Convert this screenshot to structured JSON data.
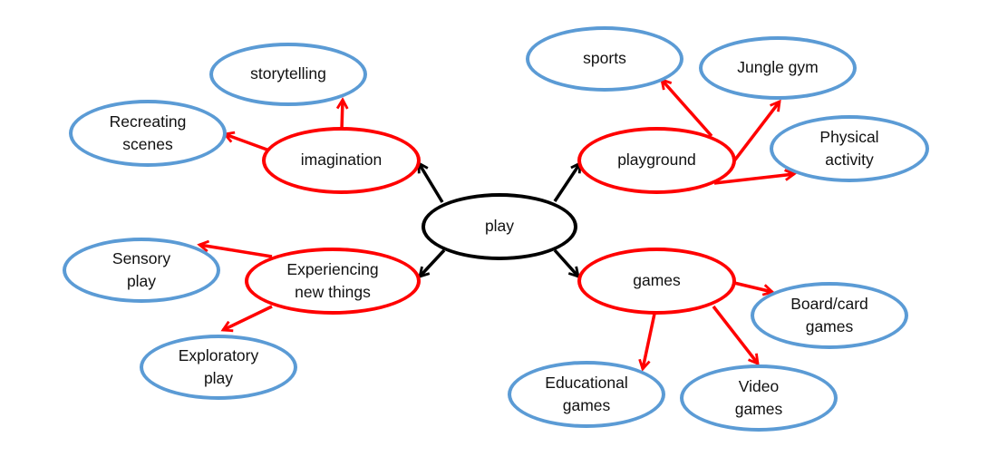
{
  "colors": {
    "center_border": "#000000",
    "branch_border": "#ff0000",
    "leaf_border": "#5b9bd5",
    "center_arrow": "#000000",
    "branch_arrow": "#ff0000"
  },
  "center": {
    "lines": [
      "play"
    ]
  },
  "branches": {
    "imagination": {
      "lines": [
        "imagination"
      ],
      "leaves": {
        "storytelling": {
          "lines": [
            "storytelling"
          ]
        },
        "recreating": {
          "lines": [
            "Recreating",
            "scenes"
          ]
        }
      }
    },
    "playground": {
      "lines": [
        "playground"
      ],
      "leaves": {
        "sports": {
          "lines": [
            "sports"
          ]
        },
        "jungle": {
          "lines": [
            "Jungle gym"
          ]
        },
        "physical": {
          "lines": [
            "Physical",
            "activity"
          ]
        }
      }
    },
    "experiencing": {
      "lines": [
        "Experiencing",
        "new things"
      ],
      "leaves": {
        "sensory": {
          "lines": [
            "Sensory",
            "play"
          ]
        },
        "exploratory": {
          "lines": [
            "Exploratory",
            "play"
          ]
        }
      }
    },
    "games": {
      "lines": [
        "games"
      ],
      "leaves": {
        "board": {
          "lines": [
            "Board/card",
            "games"
          ]
        },
        "educational": {
          "lines": [
            "Educational",
            "games"
          ]
        },
        "video": {
          "lines": [
            "Video",
            "games"
          ]
        }
      }
    }
  }
}
